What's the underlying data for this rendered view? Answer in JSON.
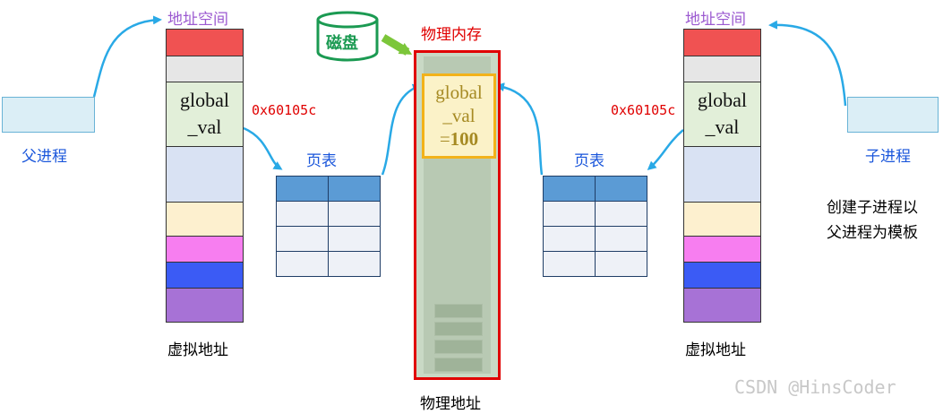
{
  "left": {
    "process_label": "父进程",
    "space_title": "地址空间",
    "global_line1": "global",
    "global_line2": "_val",
    "address": "0x60105c",
    "page_table_title": "页表",
    "virtual_label": "虚拟地址"
  },
  "right": {
    "process_label": "子进程",
    "space_title": "地址空间",
    "global_line1": "global",
    "global_line2": "_val",
    "address": "0x60105c",
    "page_table_title": "页表",
    "virtual_label": "虚拟地址",
    "note_line1": "创建子进程以",
    "note_line2": "父进程为模板"
  },
  "center": {
    "disk_label": "磁盘",
    "memory_title": "物理内存",
    "value_line1": "global",
    "value_line2": "_val",
    "value_line3_prefix": "=",
    "value_line3_number": "100",
    "physical_label": "物理地址"
  },
  "watermark": "CSDN @HinsCoder",
  "colors": {
    "seg_red": "#f05252",
    "seg_gray": "#e6e6e6",
    "seg_green": "#e2efd9",
    "seg_lightblue": "#d9e2f3",
    "seg_cream": "#fdf0cf",
    "seg_pink": "#f77ef0",
    "seg_blue": "#3b5bf5",
    "seg_purple": "#a772d6"
  }
}
